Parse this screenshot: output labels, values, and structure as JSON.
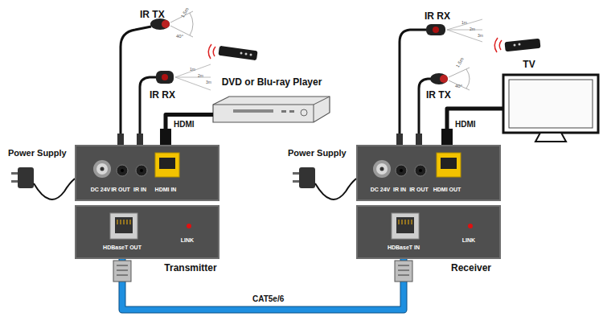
{
  "diagram": {
    "nodes": [
      {
        "text": [
          "DC 24V",
          "IR OUT",
          "IR IN",
          "HDMI IN"
        ]
      },
      {
        "text": [
          "HDBaseT OUT",
          "LINK",
          "Transmitter"
        ]
      },
      {
        "text": [
          "DC 24V",
          "IR IN",
          "IR OUT",
          "HDMI OUT"
        ]
      },
      {
        "text": [
          "HDBaseT IN",
          "LINK",
          "Receiver"
        ]
      },
      {
        "text": [
          "DVD or Blu-ray Player"
        ]
      },
      {
        "text": [
          "TV"
        ]
      }
    ],
    "edges": [
      {
        "from": 4,
        "to": 0,
        "label": "HDMI",
        "arrow": "none"
      },
      {
        "from": 2,
        "to": 5,
        "label": "HDMI",
        "arrow": "none"
      },
      {
        "from": 1,
        "to": 3,
        "label": "CAT5e/6",
        "arrow": "none"
      }
    ],
    "labels": [
      "IR TX",
      "1.5m",
      "40°",
      "IR RX",
      "1m",
      "2m",
      "3m",
      "Power Supply",
      "IR RX",
      "1m",
      "2m",
      "3m",
      "IR TX",
      "1.5m",
      "40°",
      "Power Supply"
    ]
  }
}
